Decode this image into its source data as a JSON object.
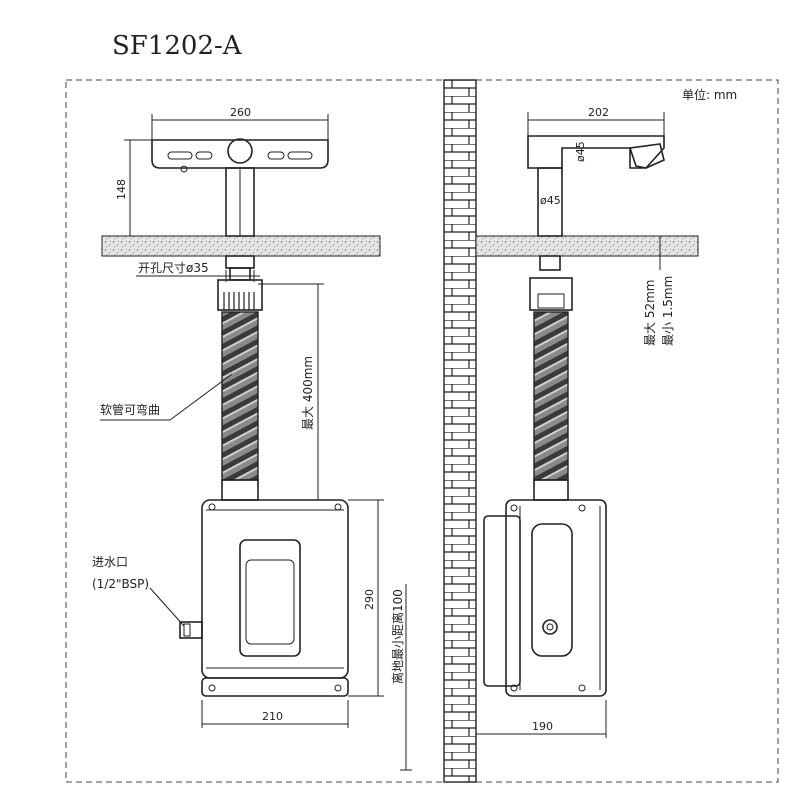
{
  "title": "SF1202-A",
  "unit_label": "单位: mm",
  "front_view": {
    "faucet_width": "260",
    "faucet_height": "148",
    "hole_size": "开孔尺寸ø35",
    "hose_label": "软管可弯曲",
    "hose_max_length": "最大 400mm",
    "inlet_label": "进水口",
    "inlet_thread": "(1/2\"BSP)",
    "box_height": "290",
    "floor_distance": "离地最小距离100",
    "box_width": "210"
  },
  "side_view": {
    "spout_reach": "202",
    "spout_diameter": "ø45",
    "stem_diameter": "ø45",
    "deck_max": "最大 52mm",
    "deck_min": "最小 1.5mm",
    "box_depth": "190"
  },
  "colors": {
    "line": "#222222",
    "hatch": "#d8d8d8",
    "wall_brick": "#ffffff"
  }
}
